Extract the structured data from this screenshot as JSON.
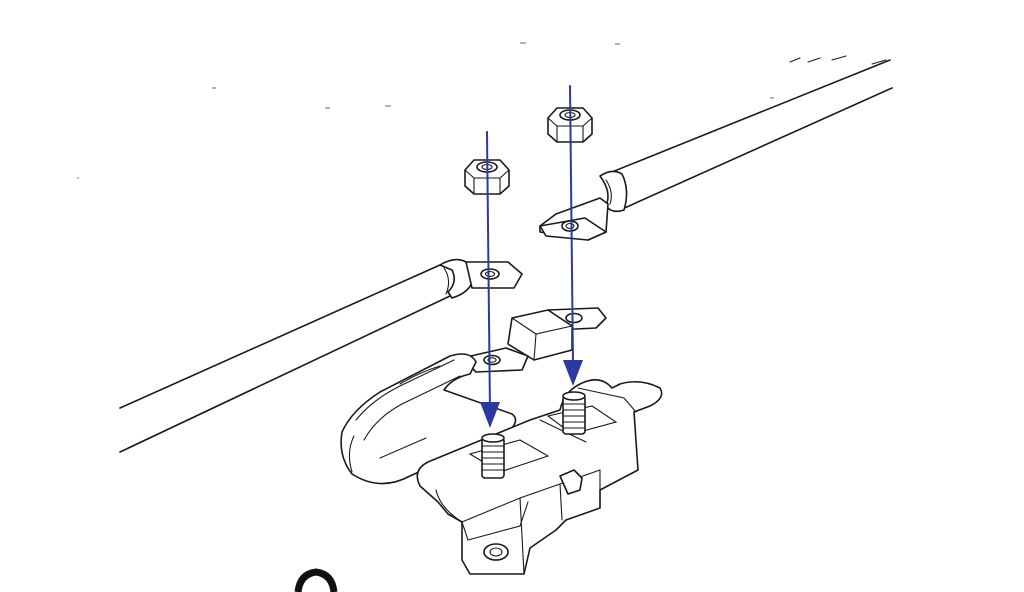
{
  "diagram": {
    "kind": "exploded-assembly",
    "colors": {
      "line": "#1a1a1a",
      "arrow": "#2b3a9e",
      "background": "#ffffff"
    },
    "components": [
      "hex-nut",
      "ring-terminal",
      "battery-cable",
      "blade-fuse",
      "fuse-holder",
      "threaded-stud",
      "hinged-cover"
    ],
    "arrow_count": 2
  }
}
